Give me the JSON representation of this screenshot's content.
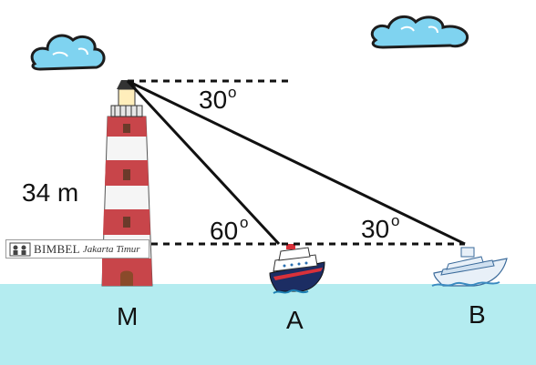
{
  "labels": {
    "height": "34 m",
    "angle_top": "30",
    "angle_a": "60",
    "angle_b": "30",
    "degree_mark": "o",
    "point_m": "M",
    "point_a": "A",
    "point_b": "B"
  },
  "watermark": {
    "brand": "BIMBEL",
    "region": "Jakarta Timur"
  },
  "colors": {
    "sea": "#b4ecf0",
    "lighthouse_red": "#c8454a",
    "lighthouse_white": "#f5f5f5",
    "cloud": "#7fd3f0",
    "line": "#111111"
  }
}
